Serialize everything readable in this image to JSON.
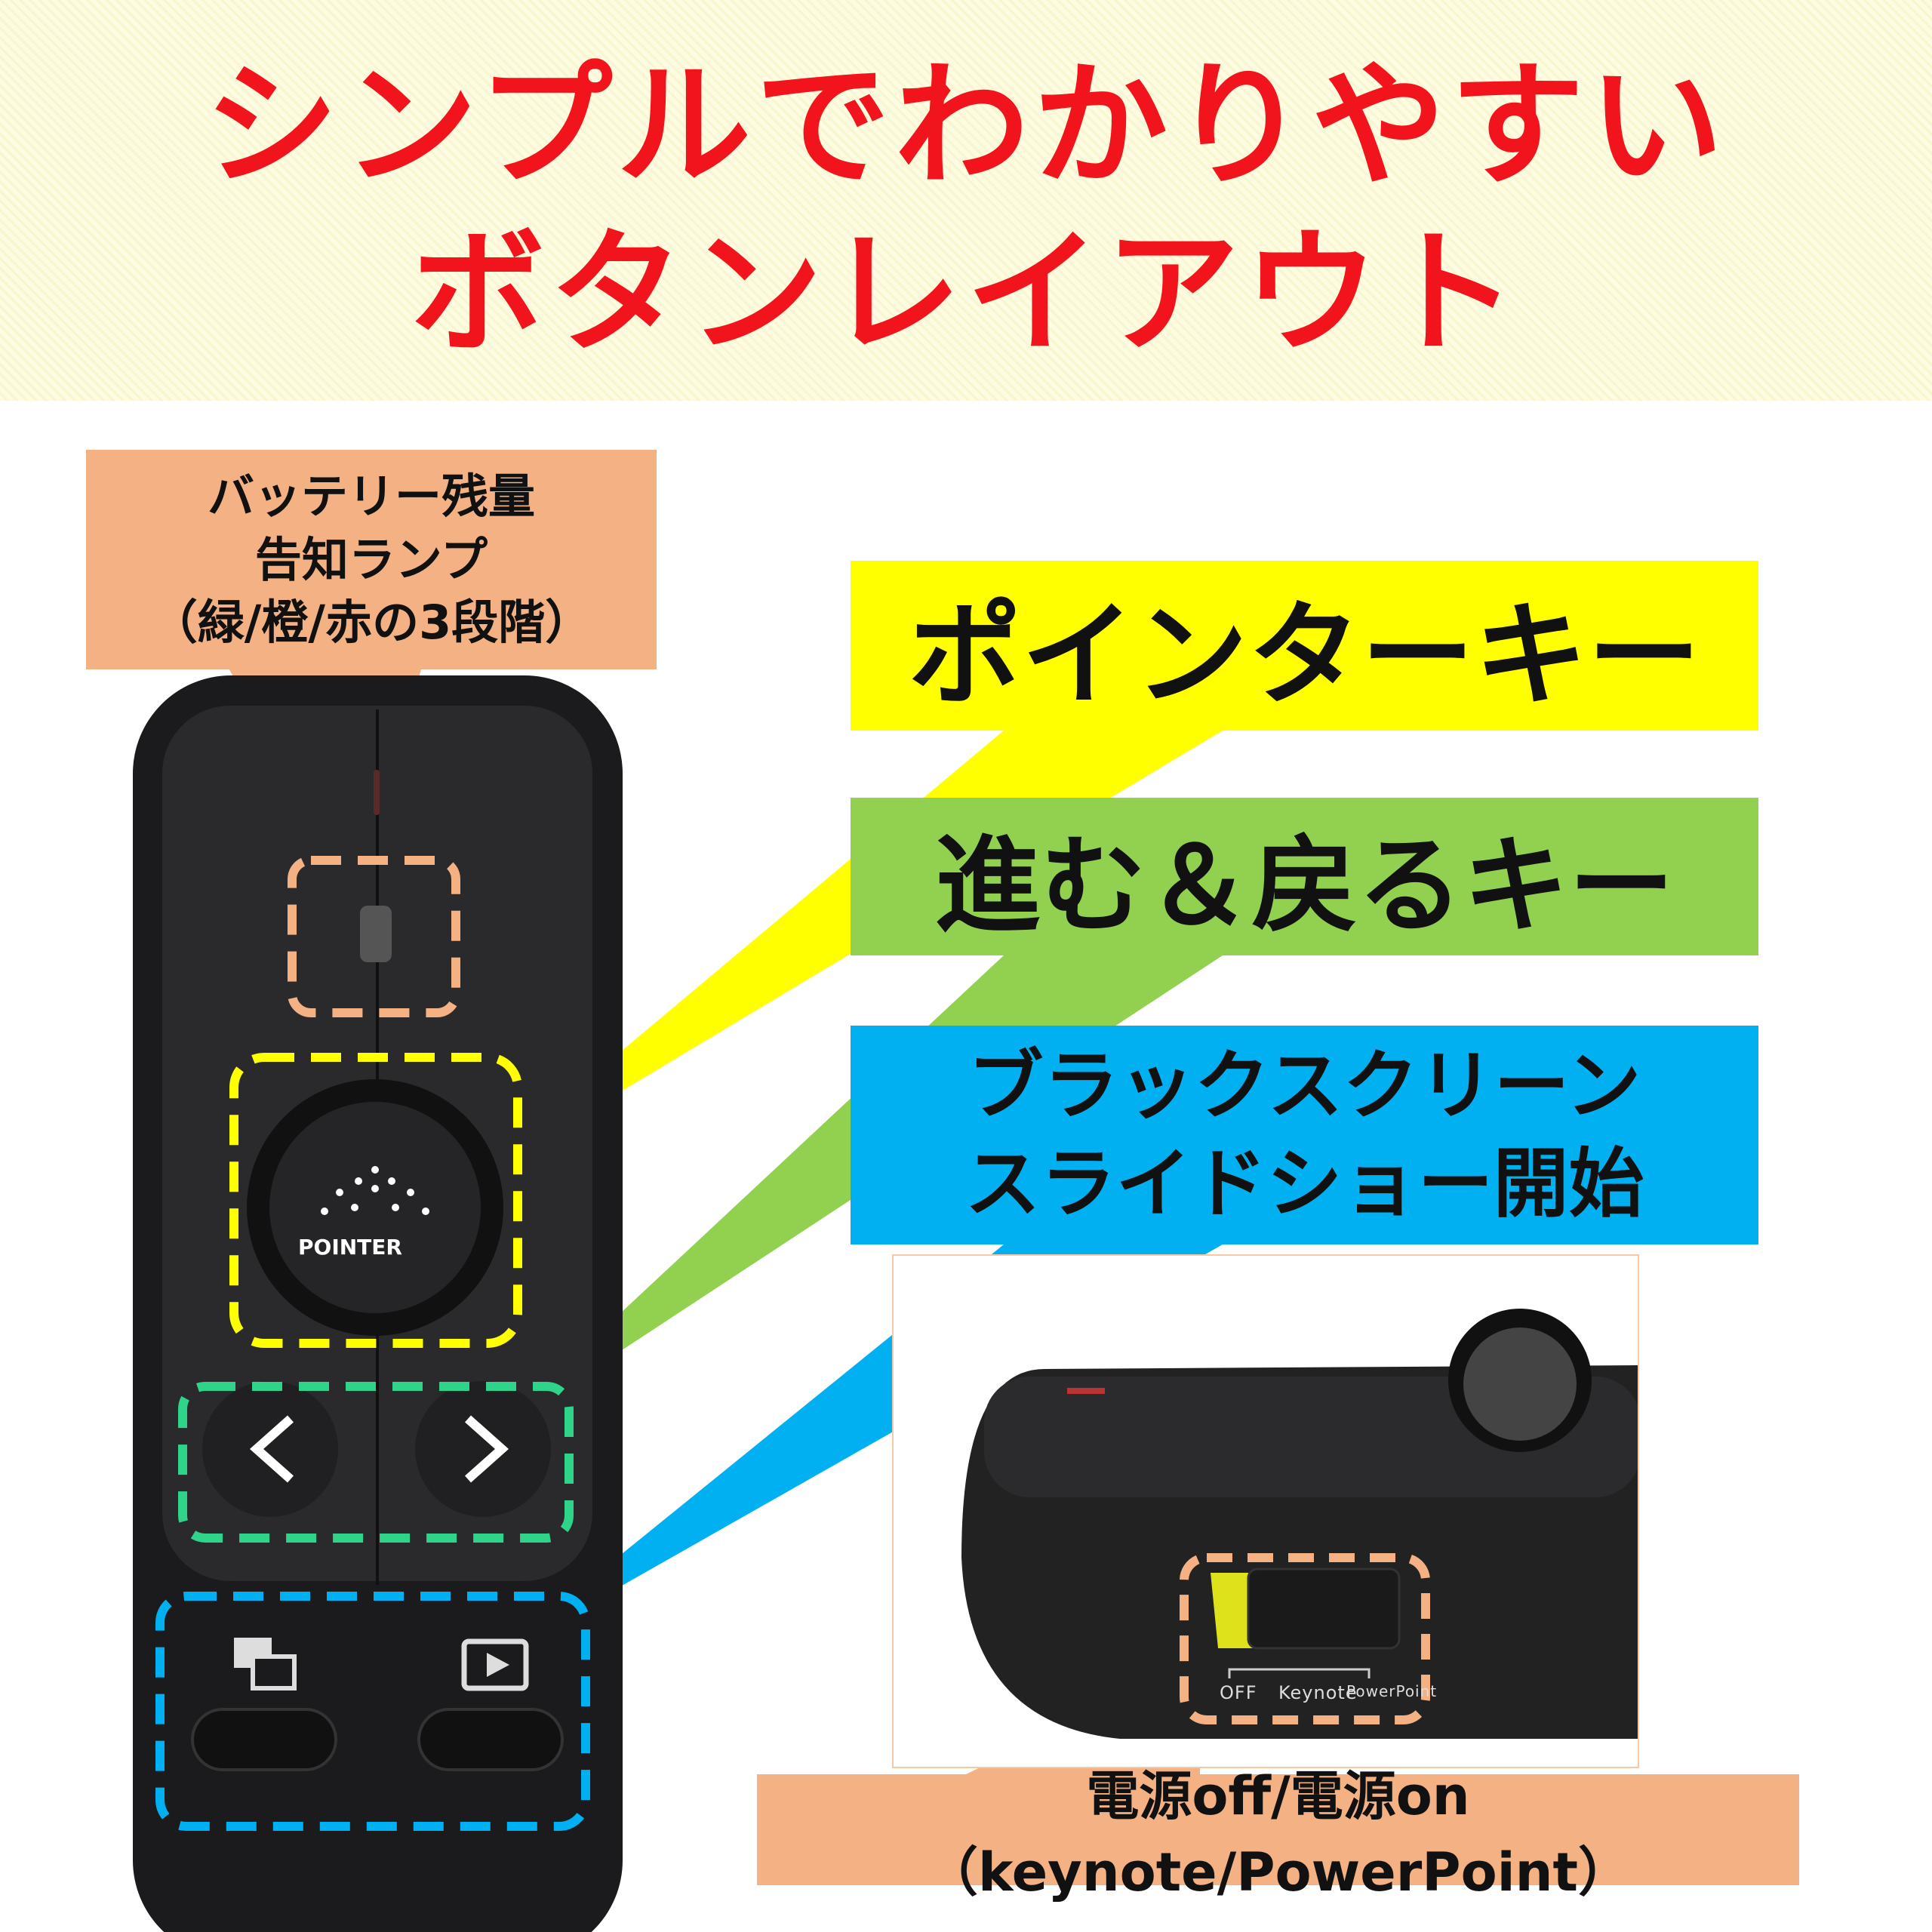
{
  "title": {
    "line1": "シンプルでわかりやすい",
    "line2": "ボタンレイアウト"
  },
  "callouts": {
    "battery": {
      "line1": "バッテリー残量",
      "line2": "告知ランプ",
      "line3": "（緑/橙/赤の3段階）"
    },
    "pointer": "ポインターキー",
    "nav": "進む＆戻るキー",
    "black": {
      "line1": "ブラックスクリーン",
      "line2": "スライドショー開始"
    },
    "power": "電源off/電源on（keynote/PowerPoint）"
  },
  "device": {
    "pointer_label": "POINTER",
    "switch": {
      "off": "OFF",
      "keynote": "Keynote",
      "powerpoint": "PowerPoint"
    }
  },
  "colors": {
    "title": "#f2141c",
    "orange": "#f4b183",
    "yellow": "#ffff00",
    "green": "#92d050",
    "blue": "#00b0f0"
  }
}
